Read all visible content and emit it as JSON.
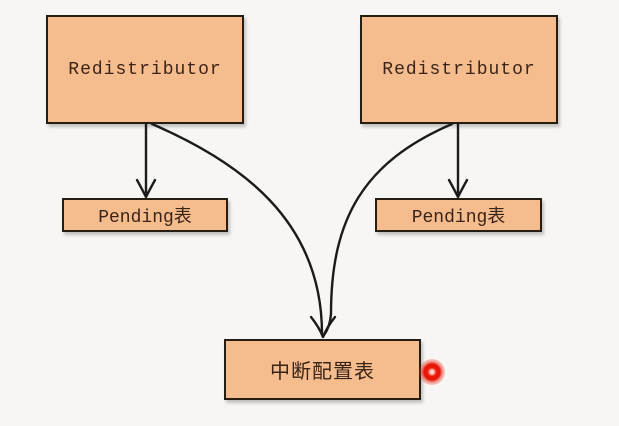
{
  "diagram": {
    "nodes": {
      "redistributor_left": {
        "label": "Redistributor"
      },
      "redistributor_right": {
        "label": "Redistributor"
      },
      "pending_left": {
        "label": "Pending表"
      },
      "pending_right": {
        "label": "Pending表"
      },
      "interrupt_config": {
        "label": "中断配置表"
      }
    },
    "edges": [
      {
        "from": "redistributor_left",
        "to": "pending_left",
        "style": "straight"
      },
      {
        "from": "redistributor_right",
        "to": "pending_right",
        "style": "straight"
      },
      {
        "from": "redistributor_left",
        "to": "interrupt_config",
        "style": "curved"
      },
      {
        "from": "redistributor_right",
        "to": "interrupt_config",
        "style": "curved"
      }
    ],
    "colors": {
      "background": "#f7f6f4",
      "node_fill": "#f5bc8e",
      "node_border": "#261d12",
      "node_text": "#3a2418",
      "arrow": "#1b1b1b",
      "laser_pointer": "#ee1807"
    }
  }
}
